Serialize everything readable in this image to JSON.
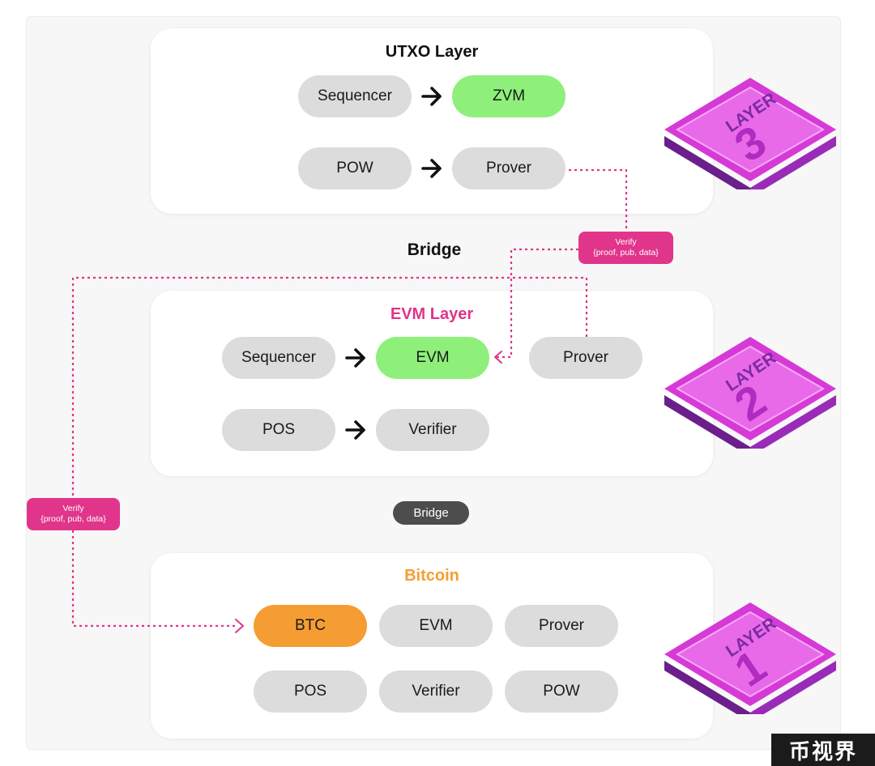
{
  "layer3": {
    "title": "UTXO Layer",
    "title_color": "#111111",
    "row1": [
      "Sequencer",
      "ZVM"
    ],
    "row2": [
      "POW",
      "Prover"
    ]
  },
  "bridge": {
    "label": "Bridge"
  },
  "verify_label": {
    "line1": "Verify",
    "line2": "{proof, pub, data}"
  },
  "layer2": {
    "title": "EVM Layer",
    "title_color": "#e0358a",
    "row1": [
      "Sequencer",
      "EVM",
      "Prover"
    ],
    "row2": [
      "POS",
      "Verifier"
    ]
  },
  "layer1": {
    "title": "Bitcoin",
    "title_color": "#f59d33",
    "row1": [
      "BTC",
      "EVM",
      "Prover"
    ],
    "row2": [
      "POS",
      "Verifier",
      "POW"
    ]
  },
  "layer_badges": [
    {
      "text": "LAYER",
      "number": "3"
    },
    {
      "text": "LAYER",
      "number": "2"
    },
    {
      "text": "LAYER",
      "number": "1"
    }
  ],
  "colors": {
    "execution_green": "#8ef07a",
    "btc_orange": "#f59d33",
    "verify_pink": "#e0358a",
    "pill_gray": "#dcdcdc",
    "badge_magenta": "#d63ad6"
  },
  "watermark": "币视界"
}
